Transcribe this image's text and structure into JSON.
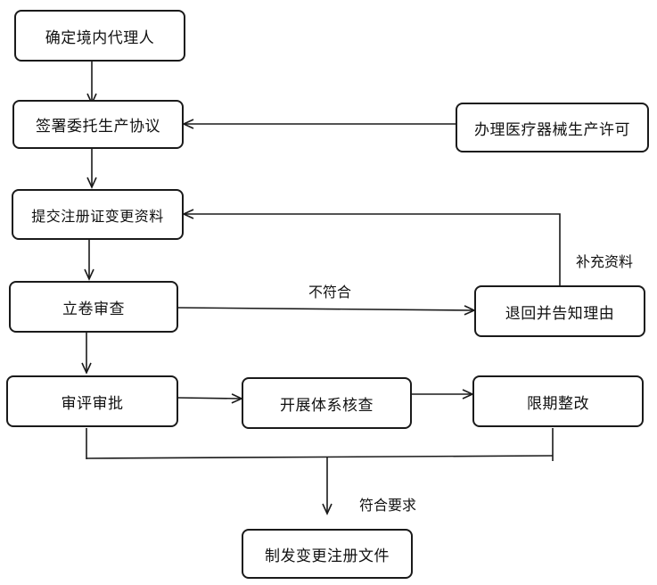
{
  "nodes": {
    "n1": "确定境内代理人",
    "n2": "签署委托生产协议",
    "n3": "办理医疗器械生产许可",
    "n4": "提交注册证变更资料",
    "n5": "立卷审查",
    "n6": "退回并告知理由",
    "n7": "审评审批",
    "n8": "开展体系核查",
    "n9": "限期整改",
    "n10": "制发变更注册文件"
  },
  "edge_labels": {
    "not_conform": "不符合",
    "supplement": "补充资料",
    "conform": "符合要求"
  }
}
